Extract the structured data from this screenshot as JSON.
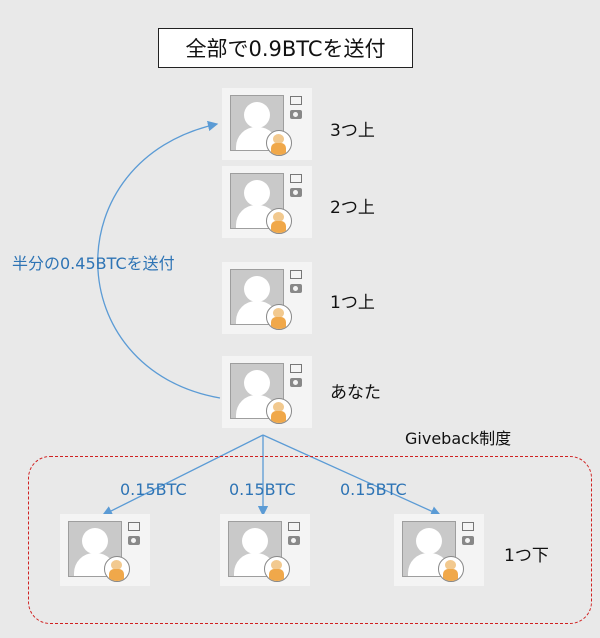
{
  "title": "全部で0.9BTCを送付",
  "levels": {
    "up3": "3つ上",
    "up2": "2つ上",
    "up1": "1つ上",
    "you": "あなた",
    "down1": "1つ下"
  },
  "half_send_label": "半分の0.45BTCを送付",
  "giveback_label": "Giveback制度",
  "downline_amounts": [
    "0.15BTC",
    "0.15BTC",
    "0.15BTC"
  ],
  "colors": {
    "arrow": "#5b9bd5",
    "label_blue": "#2e74b5",
    "dashed_border": "#d02020"
  }
}
